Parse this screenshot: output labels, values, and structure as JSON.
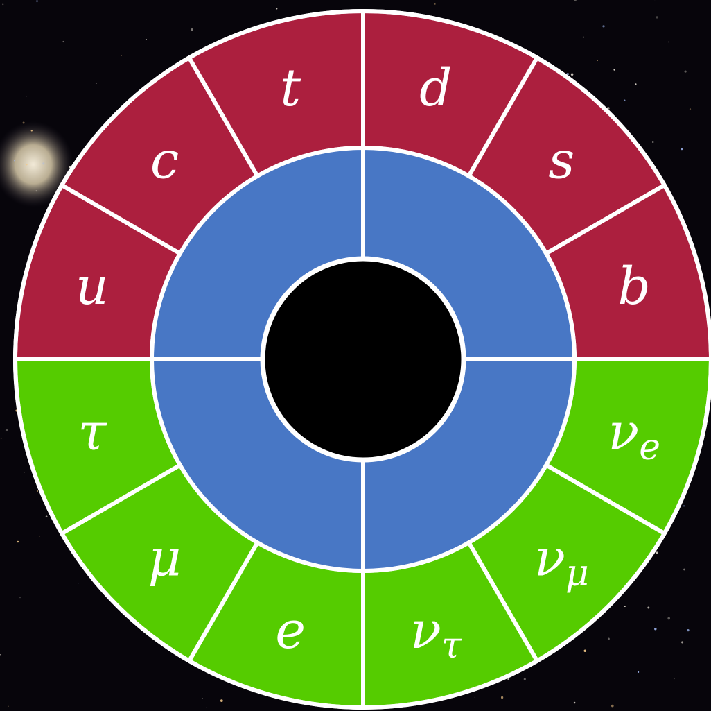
{
  "colors": {
    "quark": "#ac1f3e",
    "lepton": "#55cc00",
    "middle_ring": "#4877c5",
    "core": "#000000",
    "divider": "#ffffff"
  },
  "quarks": [
    {
      "id": "u",
      "symbol": "u"
    },
    {
      "id": "c",
      "symbol": "c"
    },
    {
      "id": "t",
      "symbol": "t"
    },
    {
      "id": "d",
      "symbol": "d"
    },
    {
      "id": "s",
      "symbol": "s"
    },
    {
      "id": "b",
      "symbol": "b"
    }
  ],
  "leptons": [
    {
      "id": "nu-e",
      "symbol": "ν",
      "sub": "e"
    },
    {
      "id": "nu-mu",
      "symbol": "ν",
      "sub": "μ"
    },
    {
      "id": "nu-tau",
      "symbol": "ν",
      "sub": "τ"
    },
    {
      "id": "e",
      "symbol": "e"
    },
    {
      "id": "mu",
      "symbol": "μ"
    },
    {
      "id": "tau",
      "symbol": "τ"
    }
  ]
}
